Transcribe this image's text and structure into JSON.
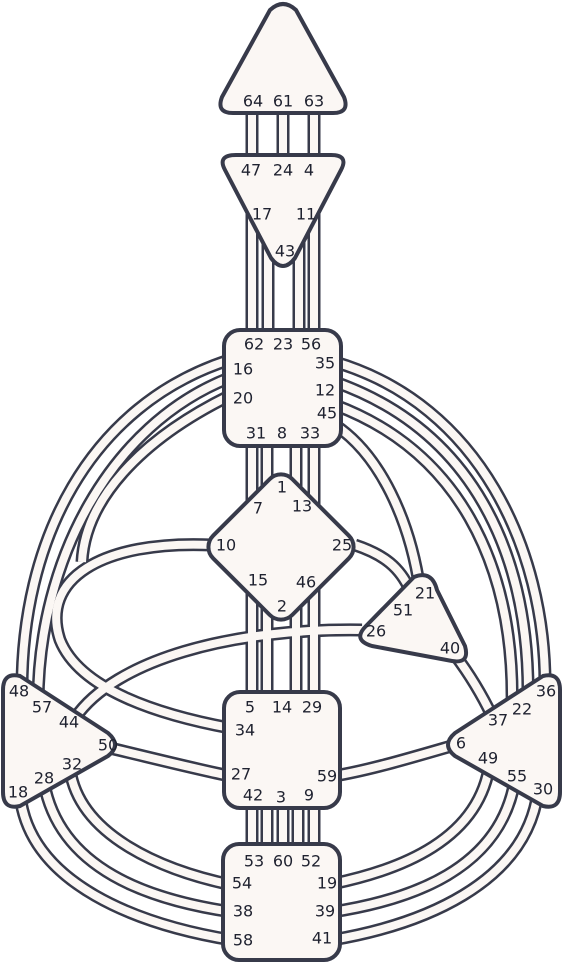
{
  "colors": {
    "outline": "#373a4a",
    "fill": "#fbf7f4",
    "text": "#1f2230",
    "background": "#ffffff"
  },
  "centers": {
    "head": {
      "gates": [
        "64",
        "61",
        "63"
      ]
    },
    "ajna": {
      "gates": [
        "47",
        "24",
        "4",
        "17",
        "11",
        "43"
      ]
    },
    "throat": {
      "gates": [
        "62",
        "23",
        "56",
        "35",
        "16",
        "12",
        "20",
        "45",
        "31",
        "8",
        "33"
      ]
    },
    "g": {
      "gates": [
        "1",
        "7",
        "13",
        "10",
        "25",
        "15",
        "46",
        "2"
      ]
    },
    "heart": {
      "gates": [
        "21",
        "51",
        "26",
        "40"
      ]
    },
    "spleen": {
      "gates": [
        "48",
        "57",
        "44",
        "50",
        "32",
        "28",
        "18"
      ]
    },
    "sacral": {
      "gates": [
        "5",
        "14",
        "29",
        "34",
        "27",
        "59",
        "42",
        "3",
        "9"
      ]
    },
    "solar_plexus": {
      "gates": [
        "36",
        "22",
        "37",
        "6",
        "49",
        "55",
        "30"
      ]
    },
    "root": {
      "gates": [
        "53",
        "60",
        "52",
        "54",
        "19",
        "38",
        "39",
        "58",
        "41"
      ]
    }
  }
}
